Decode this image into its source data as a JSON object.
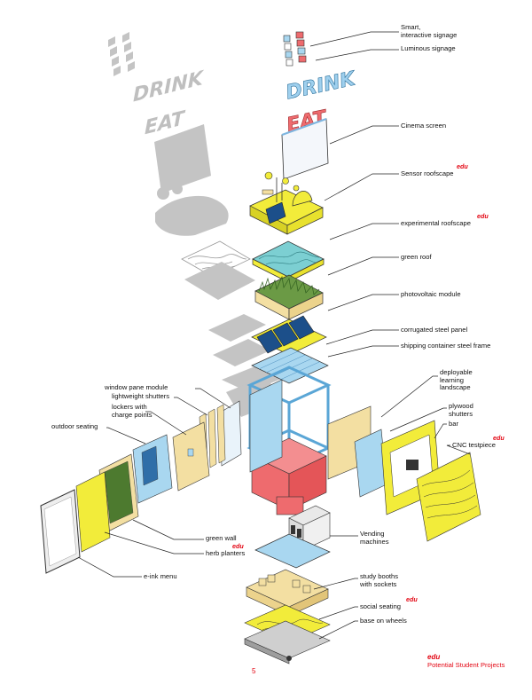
{
  "signage": {
    "drink": "DRINK",
    "eat": "EAT"
  },
  "labels": {
    "smart_signage": [
      "Smart,",
      "interactive signage"
    ],
    "luminous_signage": "Luminous signage",
    "cinema_screen": "Cinema screen",
    "sensor_roofscape": "Sensor roofscape",
    "experimental_roofscape": "experimental roofscape",
    "green_roof": "green roof",
    "photovoltaic_module": "photovoltaic module",
    "corrugated_steel_panel": "corrugated steel panel",
    "container_frame": "shipping container steel frame",
    "deployable_landscape": [
      "deployable",
      "learning",
      "landscape"
    ],
    "plywood_shutters": [
      "plywood",
      "shutters"
    ],
    "bar": "bar",
    "cnc_testpiece": "CNC testpiece",
    "window_pane_module": "window pane module",
    "lightweight_shutters": "lightweight shutters",
    "lockers": [
      "lockers with",
      "charge points"
    ],
    "outdoor_seating": "outdoor seating",
    "green_wall": "green wall",
    "herb_planters": "herb planters",
    "eink_menu": "e-ink menu",
    "vending_machines": [
      "Vending",
      "machines"
    ],
    "study_booths": [
      "study booths",
      "with sockets"
    ],
    "social_seating": "social seating",
    "base_on_wheels": "base on wheels"
  },
  "edu_tag": "edu",
  "page_number": "5",
  "footer": {
    "tag": "edu",
    "text": "Potential Student Projects"
  },
  "colors": {
    "yellow": "#f2ec3a",
    "blue": "#a9d7f0",
    "red": "#ee6b6e",
    "plywood": "#f3dfa2",
    "shadow": "#bdbdbd",
    "accent_red": "#e30613",
    "green": "#5b8a3a"
  }
}
